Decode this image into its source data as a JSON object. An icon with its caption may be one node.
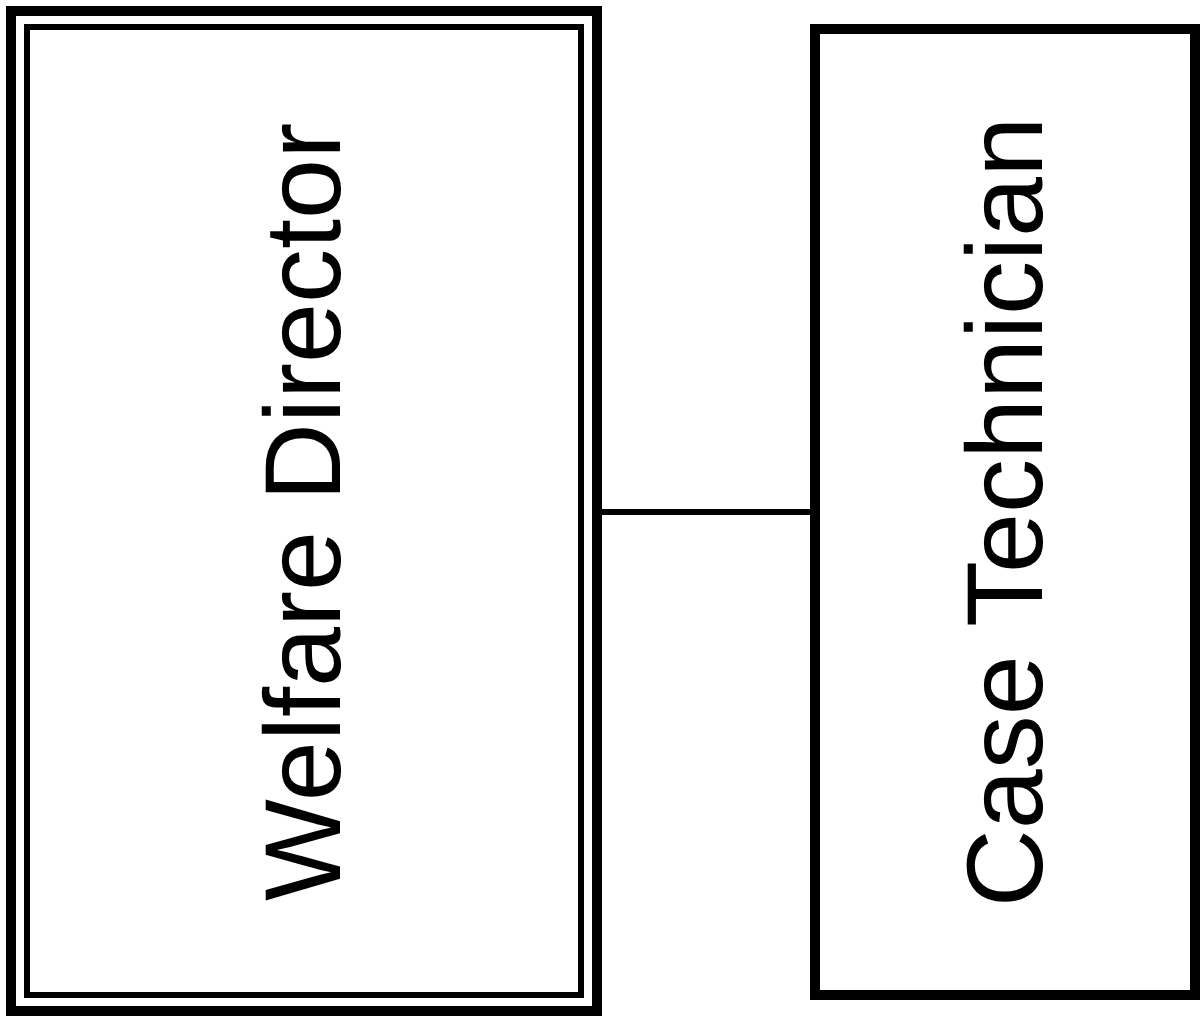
{
  "diagram": {
    "nodes": [
      {
        "text": [
          "Welfare Director"
        ]
      },
      {
        "text": [
          "Case Technician"
        ]
      }
    ],
    "edges": [
      {
        "from": 0,
        "to": 1,
        "arrow": "none"
      }
    ]
  }
}
